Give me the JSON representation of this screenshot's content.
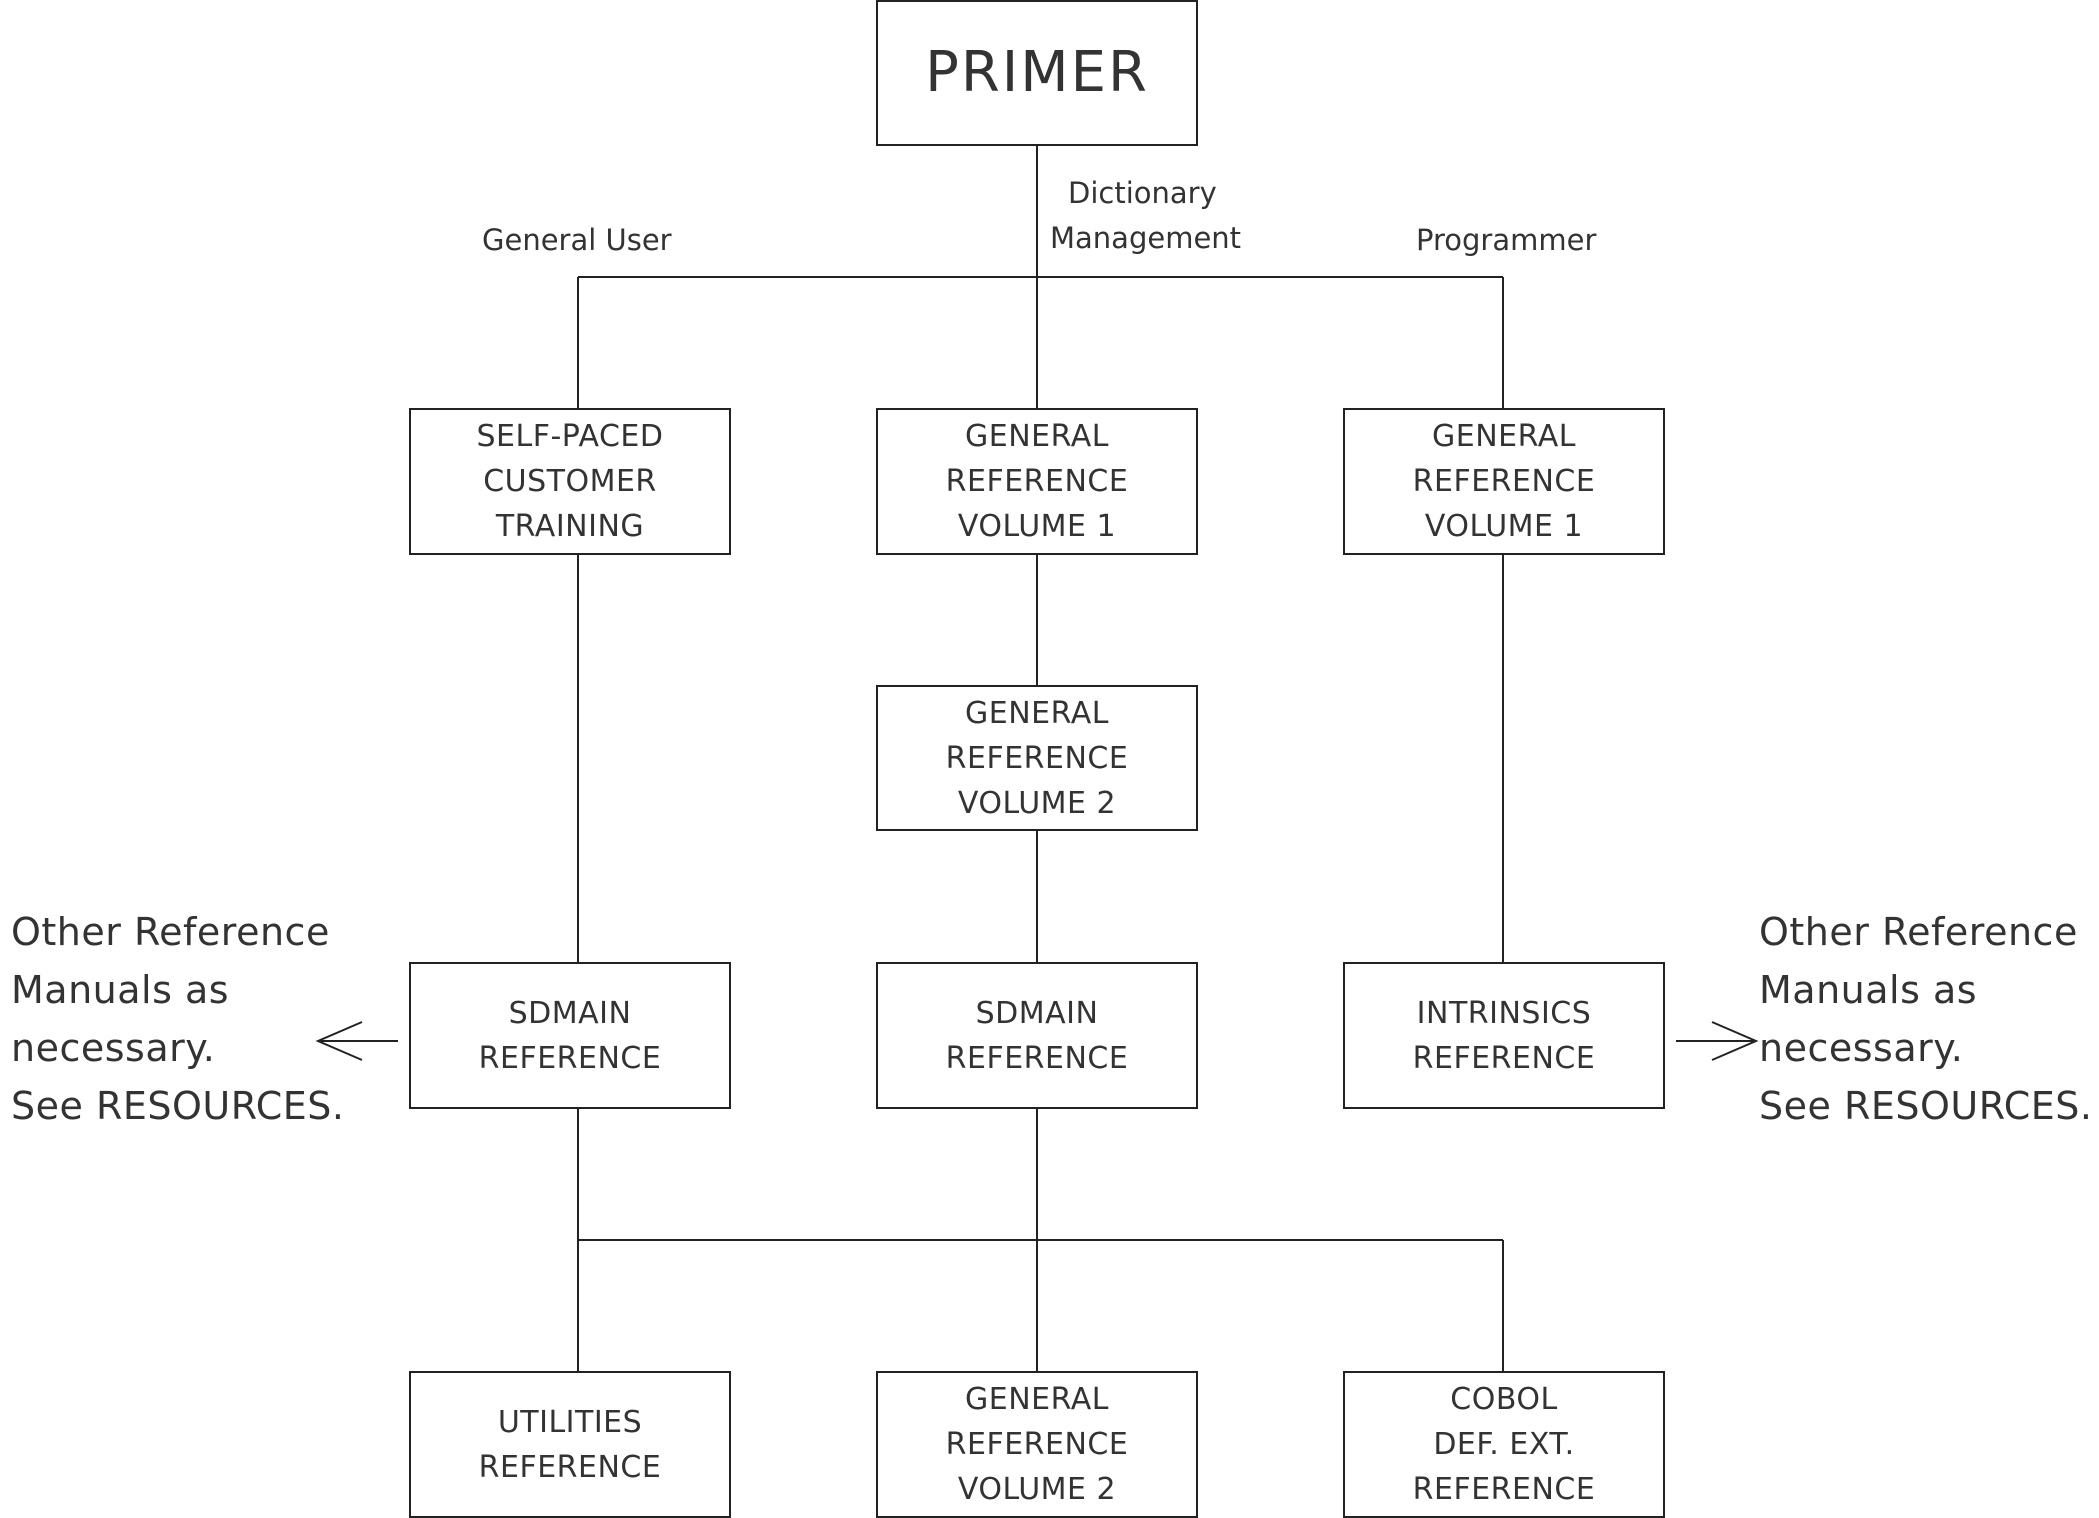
{
  "nodes": {
    "primer": [
      "PRIMER"
    ],
    "self_paced": [
      "SELF-PACED",
      "CUSTOMER",
      "TRAINING"
    ],
    "gen_ref_v1_mid": [
      "GENERAL",
      "REFERENCE",
      "VOLUME 1"
    ],
    "gen_ref_v1_right": [
      "GENERAL",
      "REFERENCE",
      "VOLUME 1"
    ],
    "gen_ref_v2_mid": [
      "GENERAL",
      "REFERENCE",
      "VOLUME 2"
    ],
    "sdmain_left": [
      "SDMAIN",
      "REFERENCE"
    ],
    "sdmain_mid": [
      "SDMAIN",
      "REFERENCE"
    ],
    "intrinsics": [
      "INTRINSICS",
      "REFERENCE"
    ],
    "utilities": [
      "UTILITIES",
      "REFERENCE"
    ],
    "gen_ref_v2_bottom": [
      "GENERAL",
      "REFERENCE",
      "VOLUME 2"
    ],
    "cobol": [
      "COBOL",
      "DEF. EXT.",
      "REFERENCE"
    ]
  },
  "labels": {
    "general_user": "General User",
    "dictionary_management": [
      "Dictionary",
      "Management"
    ],
    "programmer": "Programmer"
  },
  "side_notes": {
    "left": [
      "Other Reference",
      "Manuals as",
      "necessary.",
      "See RESOURCES."
    ],
    "right": [
      "Other Reference",
      "Manuals as",
      "necessary.",
      "See RESOURCES."
    ]
  }
}
